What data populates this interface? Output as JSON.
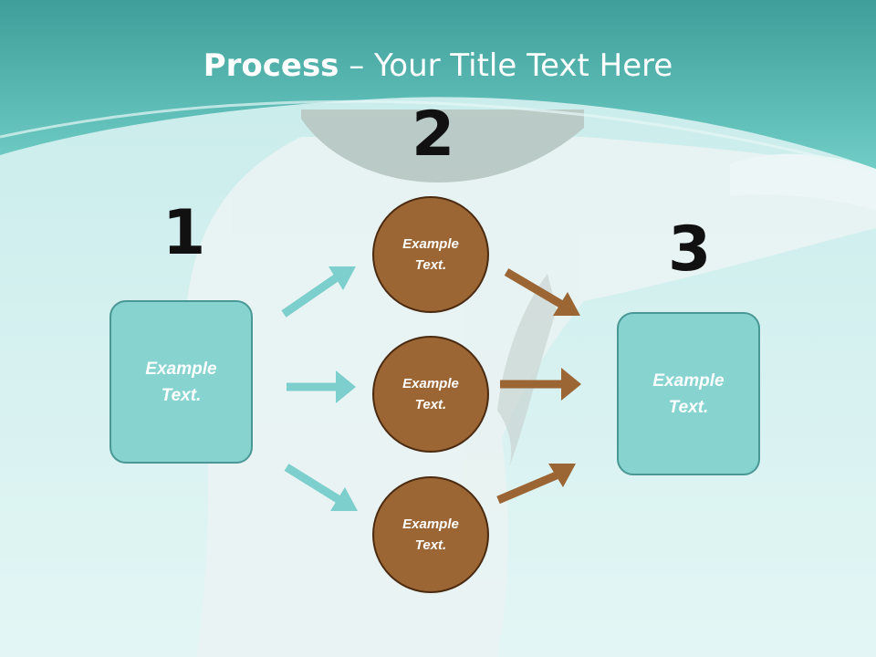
{
  "title": {
    "bold": "Process",
    "rest": " – Your Title Text Here"
  },
  "steps": [
    "1",
    "2",
    "3"
  ],
  "left_box": {
    "text": "Example\nText."
  },
  "circles": [
    {
      "text": "Example\nText."
    },
    {
      "text": "Example\nText."
    },
    {
      "text": "Example\nText."
    }
  ],
  "right_box": {
    "text": "Example\nText."
  },
  "colors": {
    "header_teal": "#5fc1bb",
    "box_fill": "#86d3d0",
    "circle_fill": "#9b6534",
    "arrow_teal": "#7ccfcc",
    "arrow_brown": "#9b6534"
  }
}
